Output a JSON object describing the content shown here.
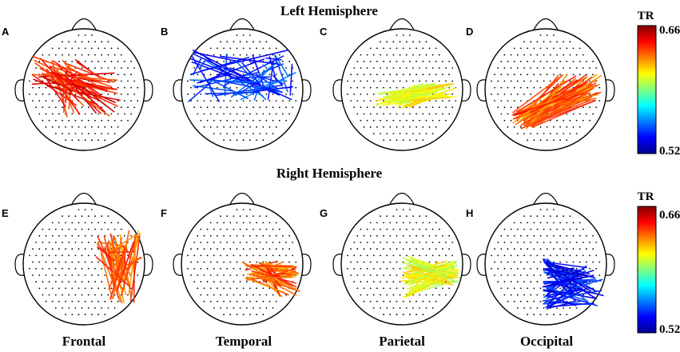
{
  "figure": {
    "left_title": "Left Hemisphere",
    "right_title": "Right Hemisphere",
    "colorbar": {
      "title": "TR",
      "max_label": "0.66",
      "min_label": "0.52",
      "min": 0.52,
      "max": 0.66
    },
    "column_labels": [
      "Frontal",
      "Temporal",
      "Parietal",
      "Occipital"
    ],
    "panels": [
      {
        "label": "A",
        "region": "frontal",
        "hemisphere": "left",
        "tr": 0.64
      },
      {
        "label": "B",
        "region": "temporal",
        "hemisphere": "left",
        "tr": 0.545
      },
      {
        "label": "C",
        "region": "parietal",
        "hemisphere": "left",
        "tr": 0.605
      },
      {
        "label": "D",
        "region": "occipital",
        "hemisphere": "left",
        "tr": 0.63
      },
      {
        "label": "E",
        "region": "frontal",
        "hemisphere": "right",
        "tr": 0.63
      },
      {
        "label": "F",
        "region": "temporal",
        "hemisphere": "right",
        "tr": 0.63
      },
      {
        "label": "G",
        "region": "parietal",
        "hemisphere": "right",
        "tr": 0.605
      },
      {
        "label": "H",
        "region": "occipital",
        "hemisphere": "right",
        "tr": 0.54
      }
    ],
    "colors": {
      "jet": [
        "#00008f",
        "#0000ff",
        "#00ffff",
        "#ffff00",
        "#ff0000",
        "#800000"
      ],
      "outline": "#000000",
      "electrode": "#000000"
    }
  }
}
